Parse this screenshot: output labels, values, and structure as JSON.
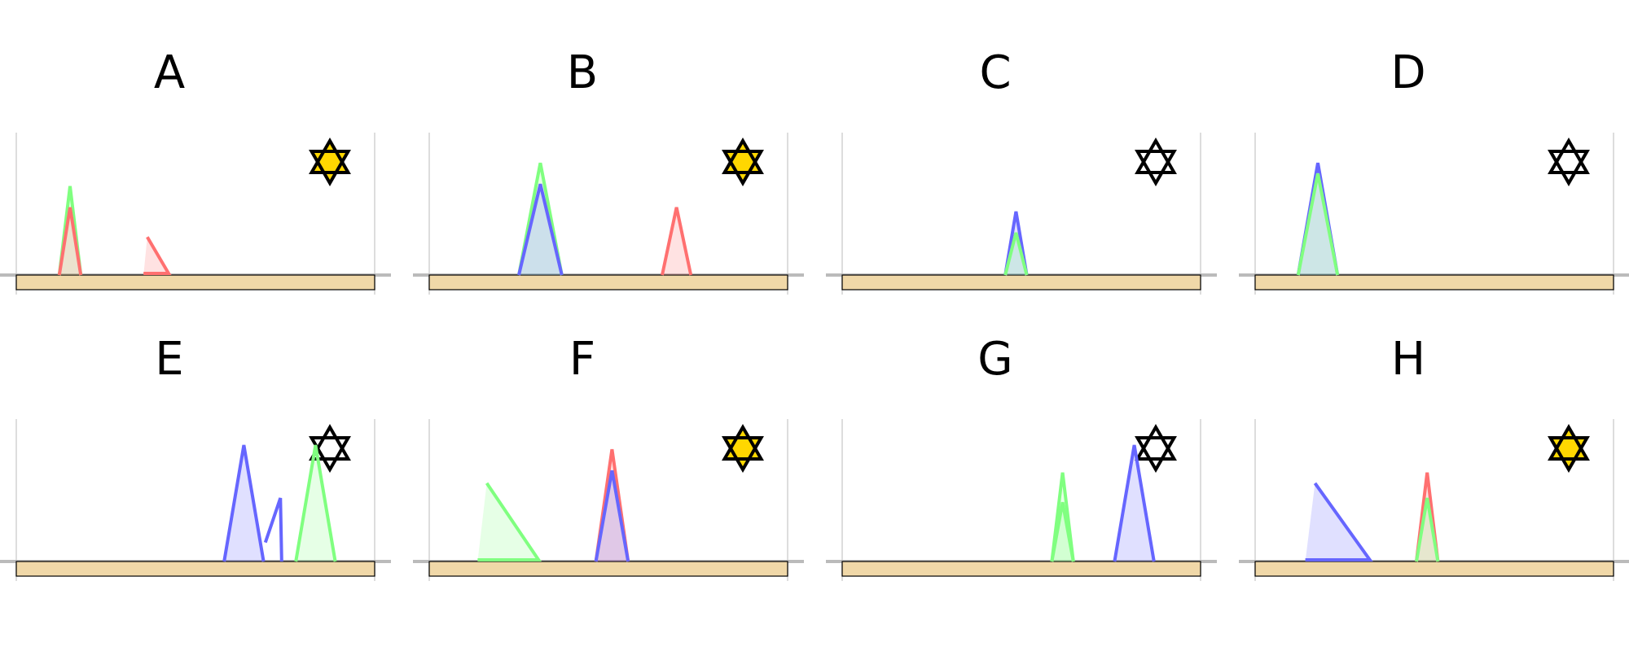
{
  "panels": [
    {
      "label": "A",
      "star_filled": true,
      "shapes": [
        {
          "kind": "tri",
          "color": "green",
          "x": 0.15,
          "w": 0.06,
          "h": 0.42
        },
        {
          "kind": "tri",
          "color": "red",
          "x": 0.15,
          "w": 0.06,
          "h": 0.32
        },
        {
          "kind": "wedge",
          "color": "red",
          "x": 0.39,
          "w": 0.07,
          "h": 0.18
        }
      ]
    },
    {
      "label": "B",
      "star_filled": true,
      "shapes": [
        {
          "kind": "tri",
          "color": "green",
          "x": 0.31,
          "w": 0.12,
          "h": 0.53
        },
        {
          "kind": "tri",
          "color": "blue",
          "x": 0.31,
          "w": 0.12,
          "h": 0.43
        },
        {
          "kind": "tri",
          "color": "red",
          "x": 0.69,
          "w": 0.08,
          "h": 0.32
        }
      ]
    },
    {
      "label": "C",
      "star_filled": false,
      "shapes": [
        {
          "kind": "tri",
          "color": "blue",
          "x": 0.485,
          "w": 0.06,
          "h": 0.3
        },
        {
          "kind": "tri",
          "color": "green",
          "x": 0.485,
          "w": 0.06,
          "h": 0.2
        }
      ]
    },
    {
      "label": "D",
      "star_filled": false,
      "shapes": [
        {
          "kind": "tri",
          "color": "blue",
          "x": 0.175,
          "w": 0.11,
          "h": 0.53
        },
        {
          "kind": "tri",
          "color": "green",
          "x": 0.175,
          "w": 0.11,
          "h": 0.48
        }
      ]
    },
    {
      "label": "E",
      "star_filled": false,
      "shapes": [
        {
          "kind": "tri",
          "color": "blue",
          "x": 0.635,
          "w": 0.11,
          "h": 0.55
        },
        {
          "kind": "zig",
          "color": "blue",
          "x": 0.73,
          "w": 0.07,
          "h": 0.3
        },
        {
          "kind": "tri",
          "color": "green",
          "x": 0.835,
          "w": 0.11,
          "h": 0.55
        }
      ]
    },
    {
      "label": "F",
      "star_filled": true,
      "shapes": [
        {
          "kind": "wedge",
          "color": "green",
          "x": 0.22,
          "w": 0.17,
          "h": 0.37
        },
        {
          "kind": "tri",
          "color": "red",
          "x": 0.51,
          "w": 0.09,
          "h": 0.53
        },
        {
          "kind": "tri",
          "color": "blue",
          "x": 0.51,
          "w": 0.09,
          "h": 0.43
        }
      ]
    },
    {
      "label": "G",
      "star_filled": false,
      "shapes": [
        {
          "kind": "tri",
          "color": "green",
          "x": 0.615,
          "w": 0.06,
          "h": 0.42
        },
        {
          "kind": "tri",
          "color": "green",
          "x": 0.615,
          "w": 0.06,
          "h": 0.28
        },
        {
          "kind": "tri",
          "color": "blue",
          "x": 0.815,
          "w": 0.11,
          "h": 0.55
        }
      ]
    },
    {
      "label": "H",
      "star_filled": true,
      "shapes": [
        {
          "kind": "wedge",
          "color": "blue",
          "x": 0.23,
          "w": 0.18,
          "h": 0.37
        },
        {
          "kind": "tri",
          "color": "red",
          "x": 0.48,
          "w": 0.06,
          "h": 0.42
        },
        {
          "kind": "tri",
          "color": "green",
          "x": 0.48,
          "w": 0.06,
          "h": 0.3
        }
      ]
    }
  ],
  "colors": {
    "red": "#ff7070",
    "green": "#80ff80",
    "blue": "#6666ff",
    "star_fill": "#ffd700",
    "star_stroke": "#000000",
    "floor": "#f0d8a8",
    "floor_border": "#000000",
    "ground_line": "#bbbbbb",
    "frame_line": "#dddddd"
  }
}
